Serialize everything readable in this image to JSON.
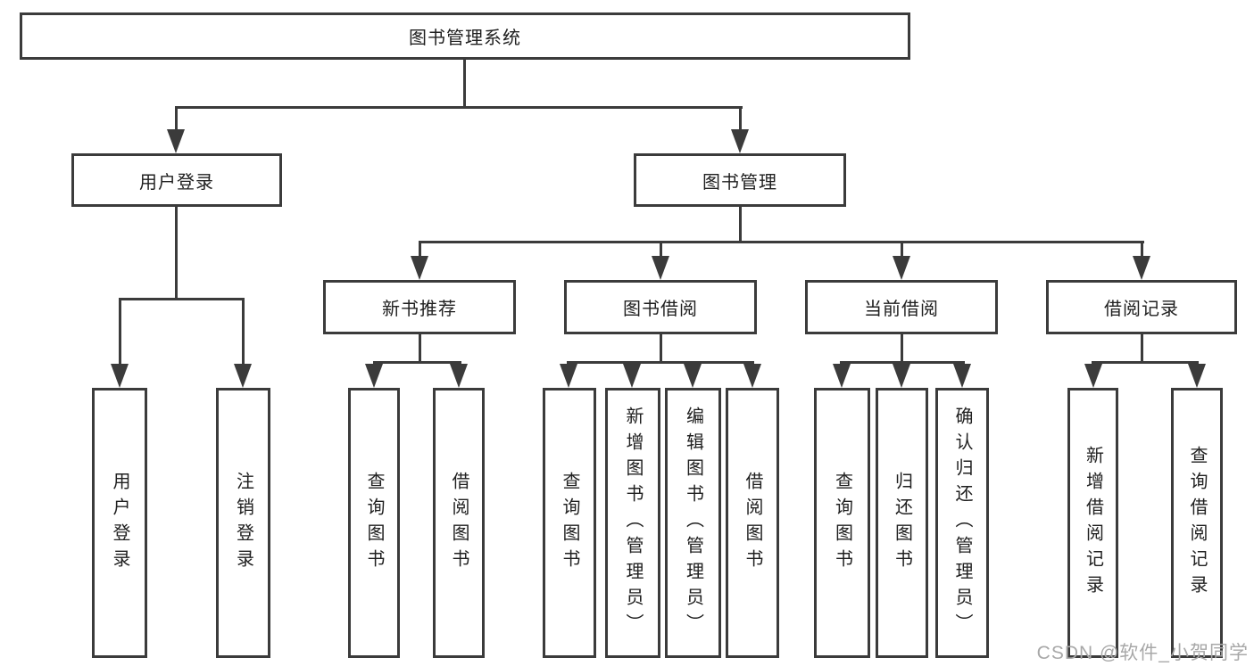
{
  "diagram": {
    "type": "hierarchy-tree",
    "root": {
      "label": "图书管理系统"
    },
    "level2": [
      {
        "label": "用户登录"
      },
      {
        "label": "图书管理"
      }
    ],
    "level3": [
      {
        "label": "新书推荐",
        "parent": "图书管理"
      },
      {
        "label": "图书借阅",
        "parent": "图书管理"
      },
      {
        "label": "当前借阅",
        "parent": "图书管理"
      },
      {
        "label": "借阅记录",
        "parent": "图书管理"
      }
    ],
    "leaves": [
      {
        "label": "用户登录",
        "parent": "用户登录"
      },
      {
        "label": "注销登录",
        "parent": "用户登录"
      },
      {
        "label": "查询图书",
        "parent": "新书推荐"
      },
      {
        "label": "借阅图书",
        "parent": "新书推荐"
      },
      {
        "label": "查询图书",
        "parent": "图书借阅"
      },
      {
        "label": "新增图书（管理员）",
        "parent": "图书借阅"
      },
      {
        "label": "编辑图书（管理员）",
        "parent": "图书借阅"
      },
      {
        "label": "借阅图书",
        "parent": "图书借阅"
      },
      {
        "label": "查询图书",
        "parent": "当前借阅"
      },
      {
        "label": "归还图书",
        "parent": "当前借阅"
      },
      {
        "label": "确认归还（管理员）",
        "parent": "当前借阅"
      },
      {
        "label": "新增借阅记录",
        "parent": "借阅记录"
      },
      {
        "label": "查询借阅记录",
        "parent": "借阅记录"
      }
    ]
  },
  "watermark": "CSDN @软件_小贺同学",
  "colors": {
    "line": "#3b3b3b",
    "text": "#202020",
    "watermark": "#a8a8a8",
    "background": "#ffffff"
  }
}
